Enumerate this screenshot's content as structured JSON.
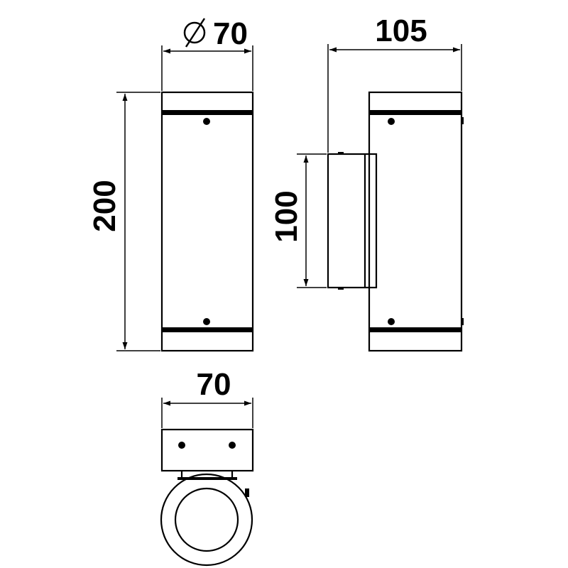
{
  "dimensions": {
    "front_diameter": {
      "symbol": "⌀",
      "value": "70"
    },
    "front_height": {
      "value": "200"
    },
    "side_depth": {
      "value": "105"
    },
    "bracket_height": {
      "value": "100"
    },
    "bottom_width": {
      "value": "70"
    }
  },
  "colors": {
    "line": "#000000",
    "background": "#ffffff"
  }
}
